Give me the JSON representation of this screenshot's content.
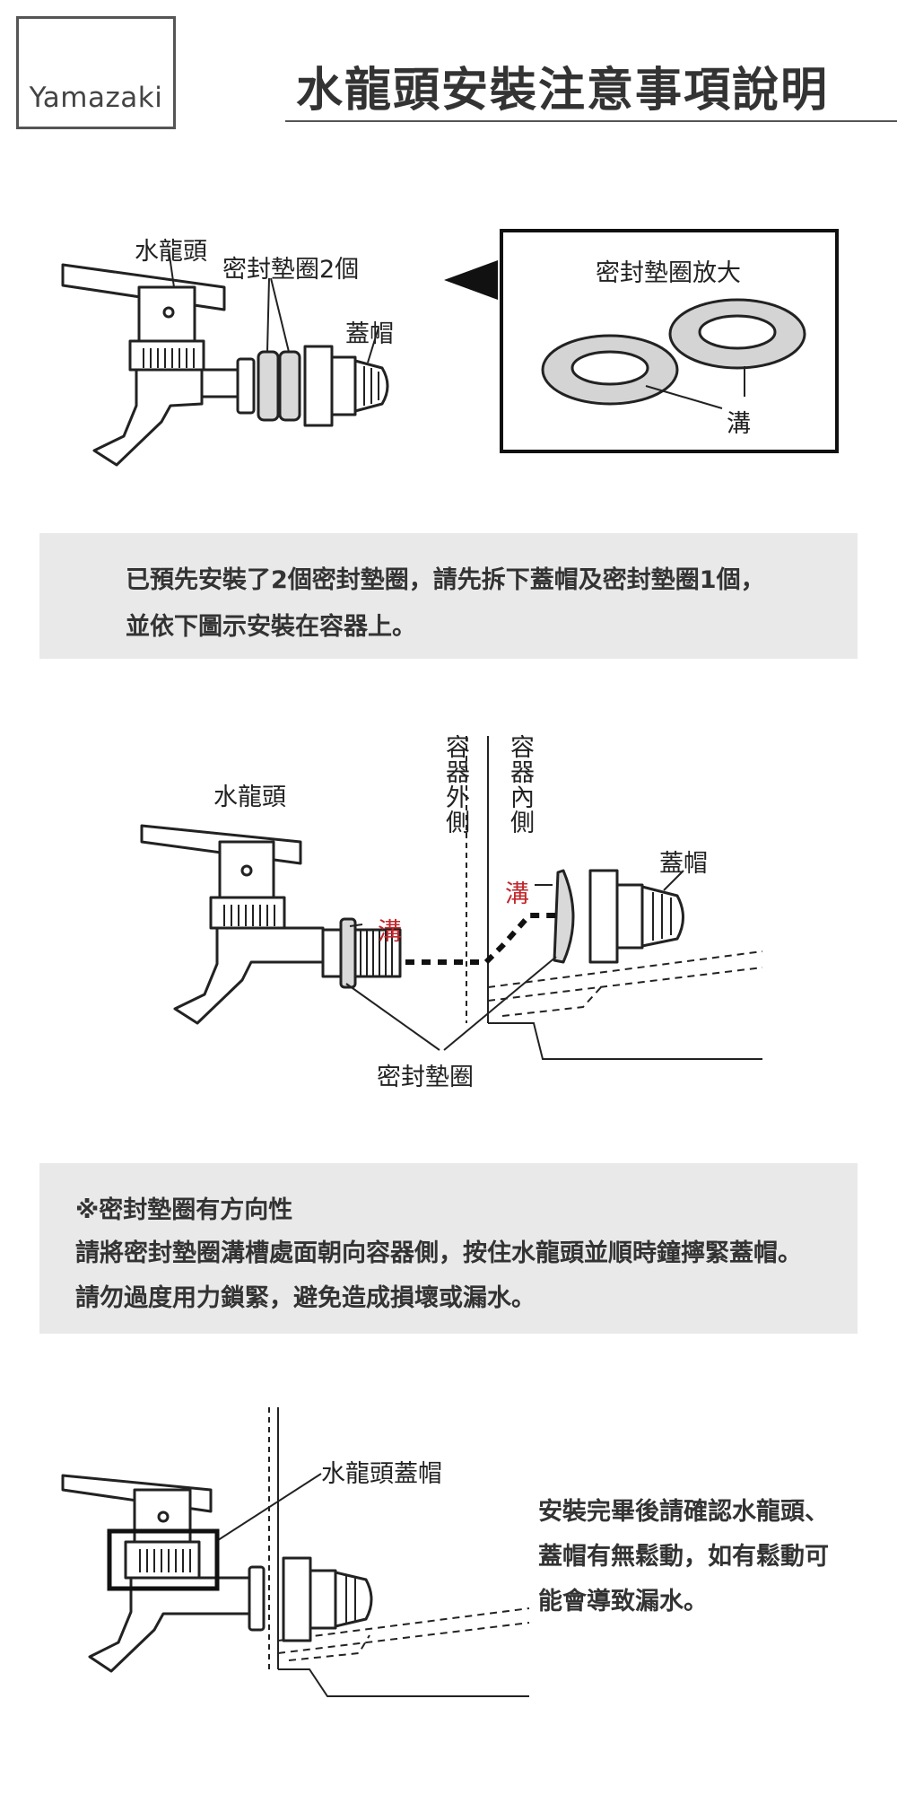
{
  "logo": {
    "text": "Yamazaki"
  },
  "page_title": "水龍頭安裝注意事項說明",
  "figure1": {
    "faucet_label": "水龍頭",
    "gasket_label": "密封墊圈2個",
    "cap_label": "蓋帽",
    "zoom_title": "密封墊圈放大",
    "groove_label": "溝"
  },
  "note1": {
    "line1": "已預先安裝了2個密封墊圈，請先拆下蓋帽及密封墊圈1個，",
    "line2": "並依下圖示安裝在容器上。"
  },
  "figure2": {
    "faucet_label": "水龍頭",
    "outside_label": "容器外側",
    "inside_label": "容器內側",
    "cap_label": "蓋帽",
    "groove_inner": "溝",
    "groove_outer": "溝",
    "gasket_label": "密封墊圈"
  },
  "note2": {
    "warning": "※密封墊圈有方向性",
    "line1": "請將密封墊圈溝槽處面朝向容器側，按住水龍頭並順時鐘擰緊蓋帽。",
    "line2": "請勿過度用力鎖緊，避免造成損壞或漏水。"
  },
  "figure3": {
    "cap_label": "水龍頭蓋帽",
    "text_line1": "安裝完畢後請確認水龍頭、",
    "text_line2": "蓋帽有無鬆動，如有鬆動可",
    "text_line3": "能會導致漏水。"
  },
  "colors": {
    "accent_red": "#c0282d",
    "panel_gray": "#e9e9e9",
    "text": "#333333"
  }
}
